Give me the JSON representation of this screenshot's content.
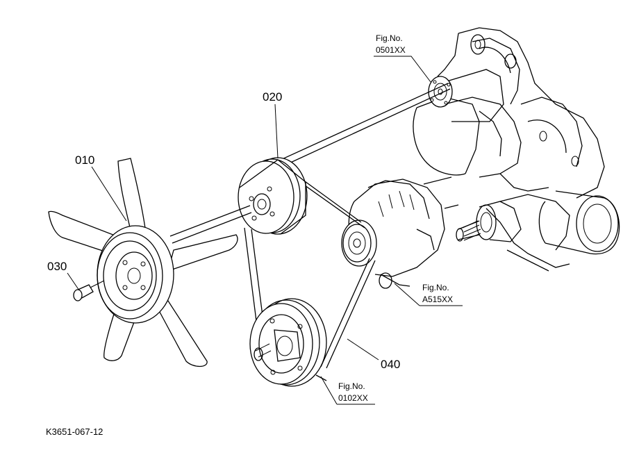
{
  "labels": {
    "fan": "010",
    "pulley": "020",
    "bolt": "030",
    "belt": "040"
  },
  "refs": {
    "water_pump": {
      "title": "Fig.No.",
      "number": "0501XX"
    },
    "alternator": {
      "title": "Fig.No.",
      "number": "A515XX"
    },
    "crank_pulley": {
      "title": "Fig.No.",
      "number": "0102XX"
    }
  },
  "drawing_code": "K3651-067-12"
}
